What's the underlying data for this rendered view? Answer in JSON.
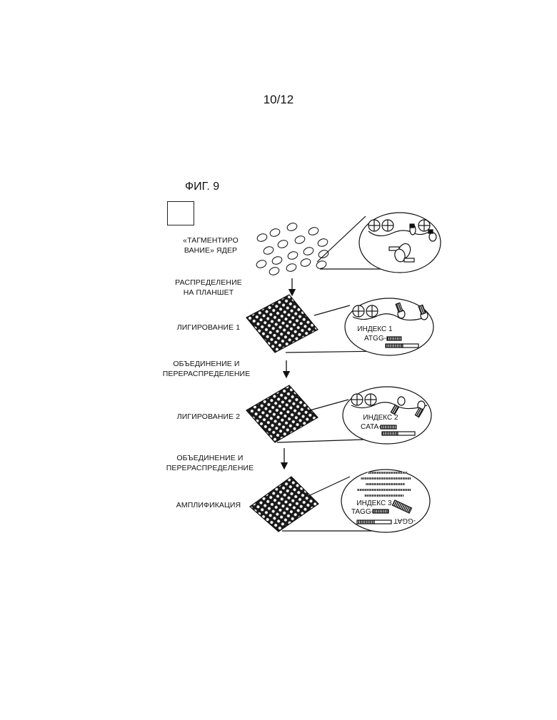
{
  "page": {
    "page_number": "10/12",
    "figure_title": "ФИГ. 9"
  },
  "steps": {
    "tagmentation_line1": "«ТАГМЕНТИРО",
    "tagmentation_line2": "ВАНИЕ» ЯДЕР",
    "distribution_line1": "РАСПРЕДЕЛЕНИЕ",
    "distribution_line2": "НА ПЛАНШЕТ",
    "ligation1": "ЛИГИРОВАНИЕ 1",
    "pooling1_line1": "ОБЪЕДИНЕНИЕ И",
    "pooling1_line2": "ПЕРЕРАСПРЕДЕЛЕНИЕ",
    "ligation2": "ЛИГИРОВАНИЕ 2",
    "pooling2_line1": "ОБЪЕДИНЕНИЕ И",
    "pooling2_line2": "ПЕРЕРАСПРЕДЕЛЕНИЕ",
    "amplification": "АМПЛИФИКАЦИЯ"
  },
  "insets": {
    "ligation1": {
      "index_label": "ИНДЕКС 1",
      "sequence": "ATGG-"
    },
    "ligation2": {
      "index_label": "ИНДЕКС 2",
      "sequence": "CATA-"
    },
    "amplification": {
      "index_label": "ИНДЕКС 3",
      "sequence": "TAGG-",
      "rotated_sequence": "-GGAT"
    }
  }
}
